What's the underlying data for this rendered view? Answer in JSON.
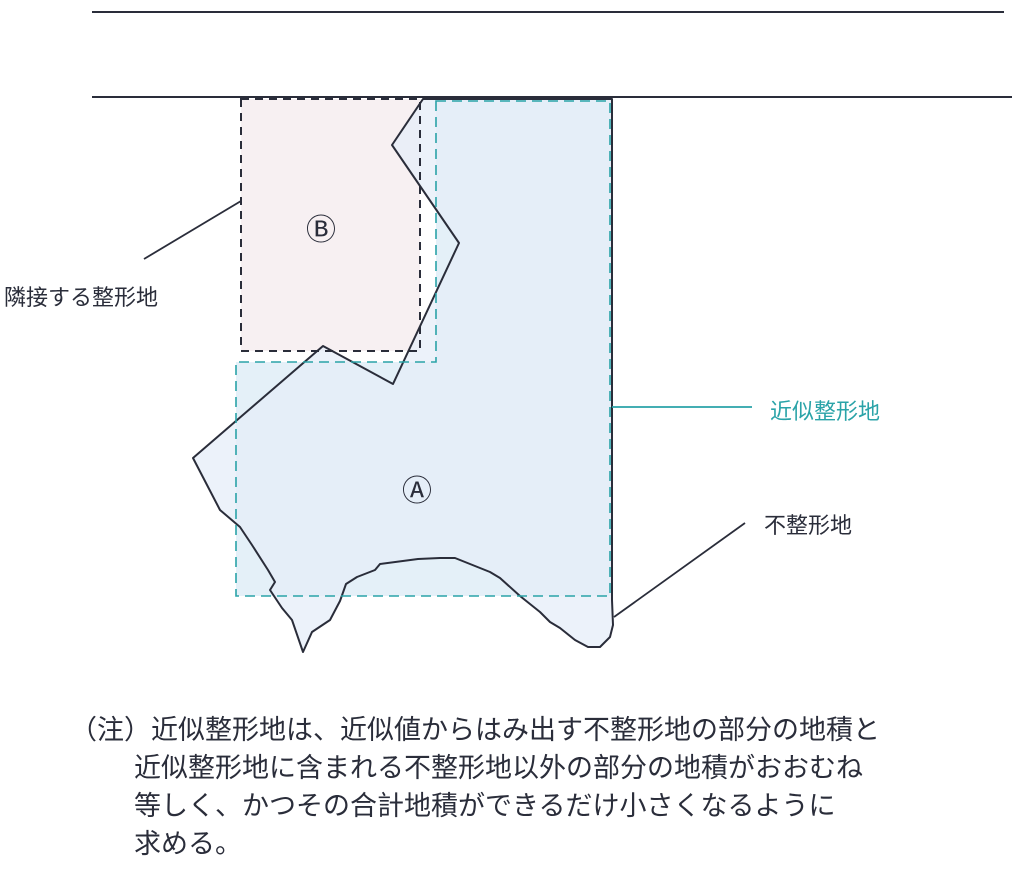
{
  "diagram": {
    "title": "",
    "labels": {
      "adjacent_regular_land": "隣接する整形地",
      "approx_regular_land": "近似整形地",
      "irregular_land": "不整形地",
      "parcel_a": "Ⓐ",
      "parcel_b": "Ⓑ"
    },
    "colors": {
      "outline": "#2a2d3a",
      "approx_dashed": "#2aa3a8",
      "approx_fill": "#e4f0f8",
      "adjacent_fill": "#f7f0f2",
      "irregular_fill": "#eeeff8"
    }
  },
  "note": {
    "lines": [
      "（注）近似整形地は、近似値からはみ出す不整形地の部分の地積と",
      "近似整形地に含まれる不整形地以外の部分の地積がおおむね",
      "等しく、かつその合計地積ができるだけ小さくなるように",
      "求める。"
    ]
  }
}
